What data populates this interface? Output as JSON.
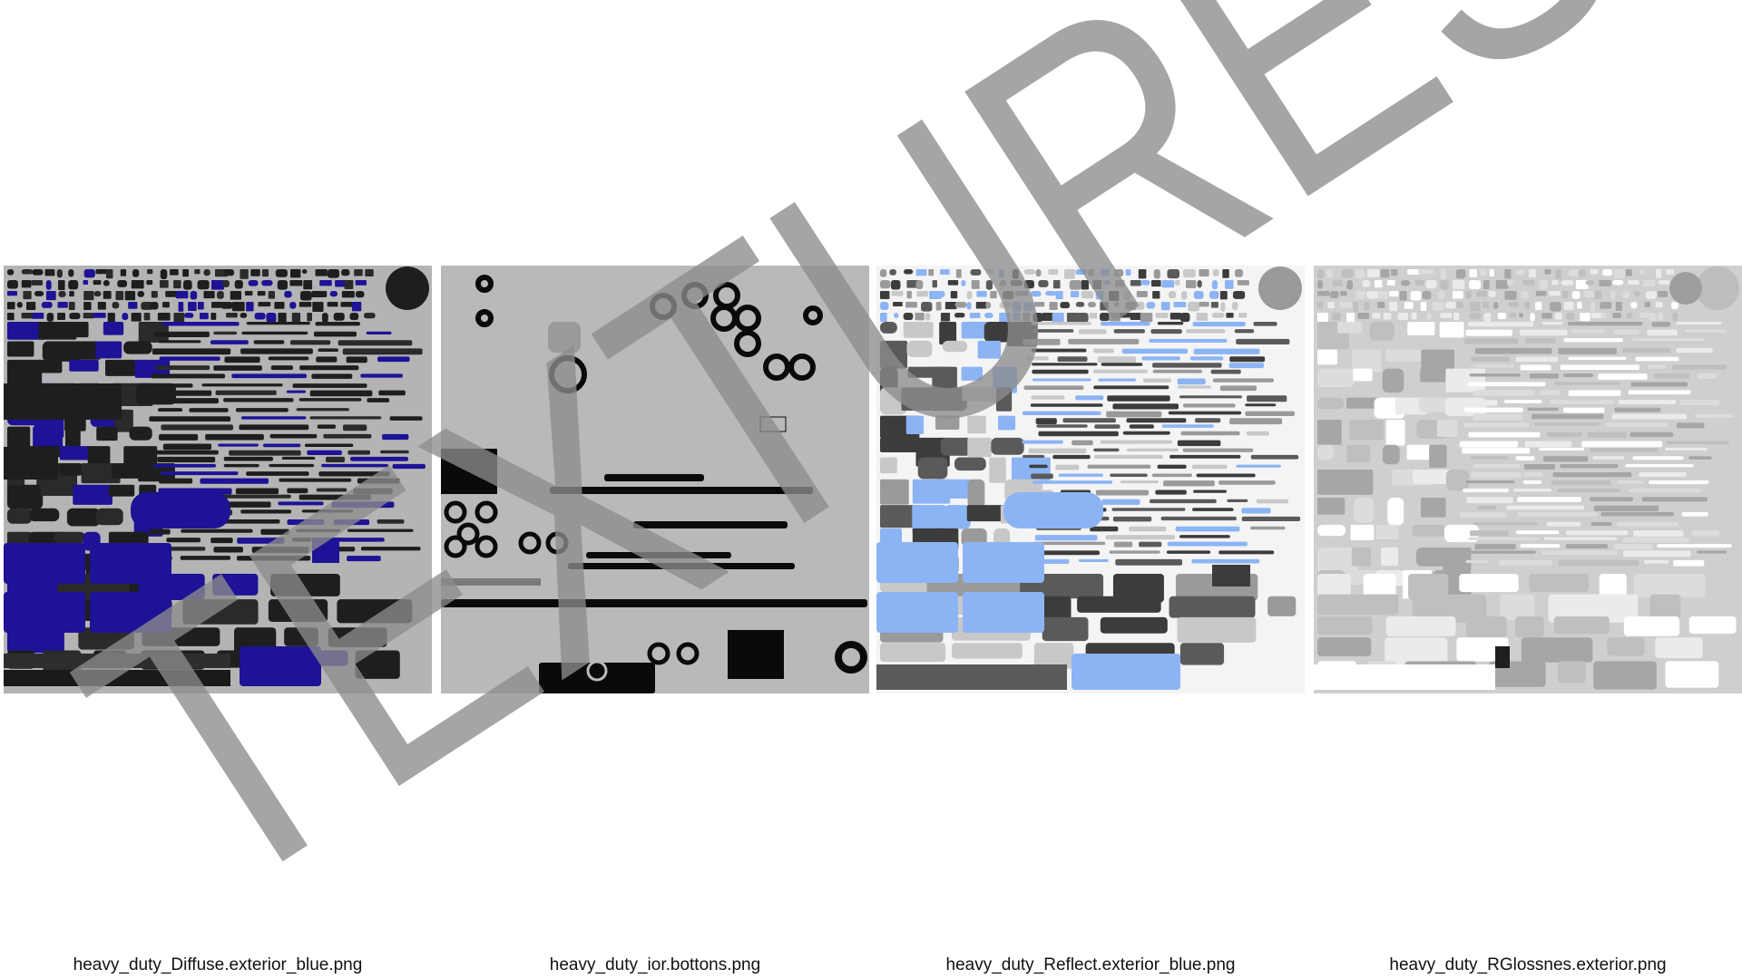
{
  "textures": [
    {
      "file": "heavy_duty_Diffuse.exterior_blue.png"
    },
    {
      "file": "heavy_duty_ior.bottons.png"
    },
    {
      "file": "heavy_duty_Reflect.exterior_blue.png"
    },
    {
      "file": "heavy_duty_RGlossnes.exterior.png"
    }
  ],
  "watermark": {
    "text": "TEXTURES"
  },
  "colors": {
    "background": "#ffffff",
    "diffuse_base": "#b4b4b4",
    "diffuse_dark": "#1e1e1e",
    "diffuse_blue": "#1e1296",
    "ior_base": "#b9b9b9",
    "ior_dark": "#0a0a0a",
    "reflect_base": "#f4f4f4",
    "reflect_gray": "#5a5a5a",
    "reflect_blue": "#8cb4f5",
    "gloss_base": "#cfcfcf",
    "gloss_light": "#ebebeb",
    "watermark": "#8c8c8c"
  }
}
